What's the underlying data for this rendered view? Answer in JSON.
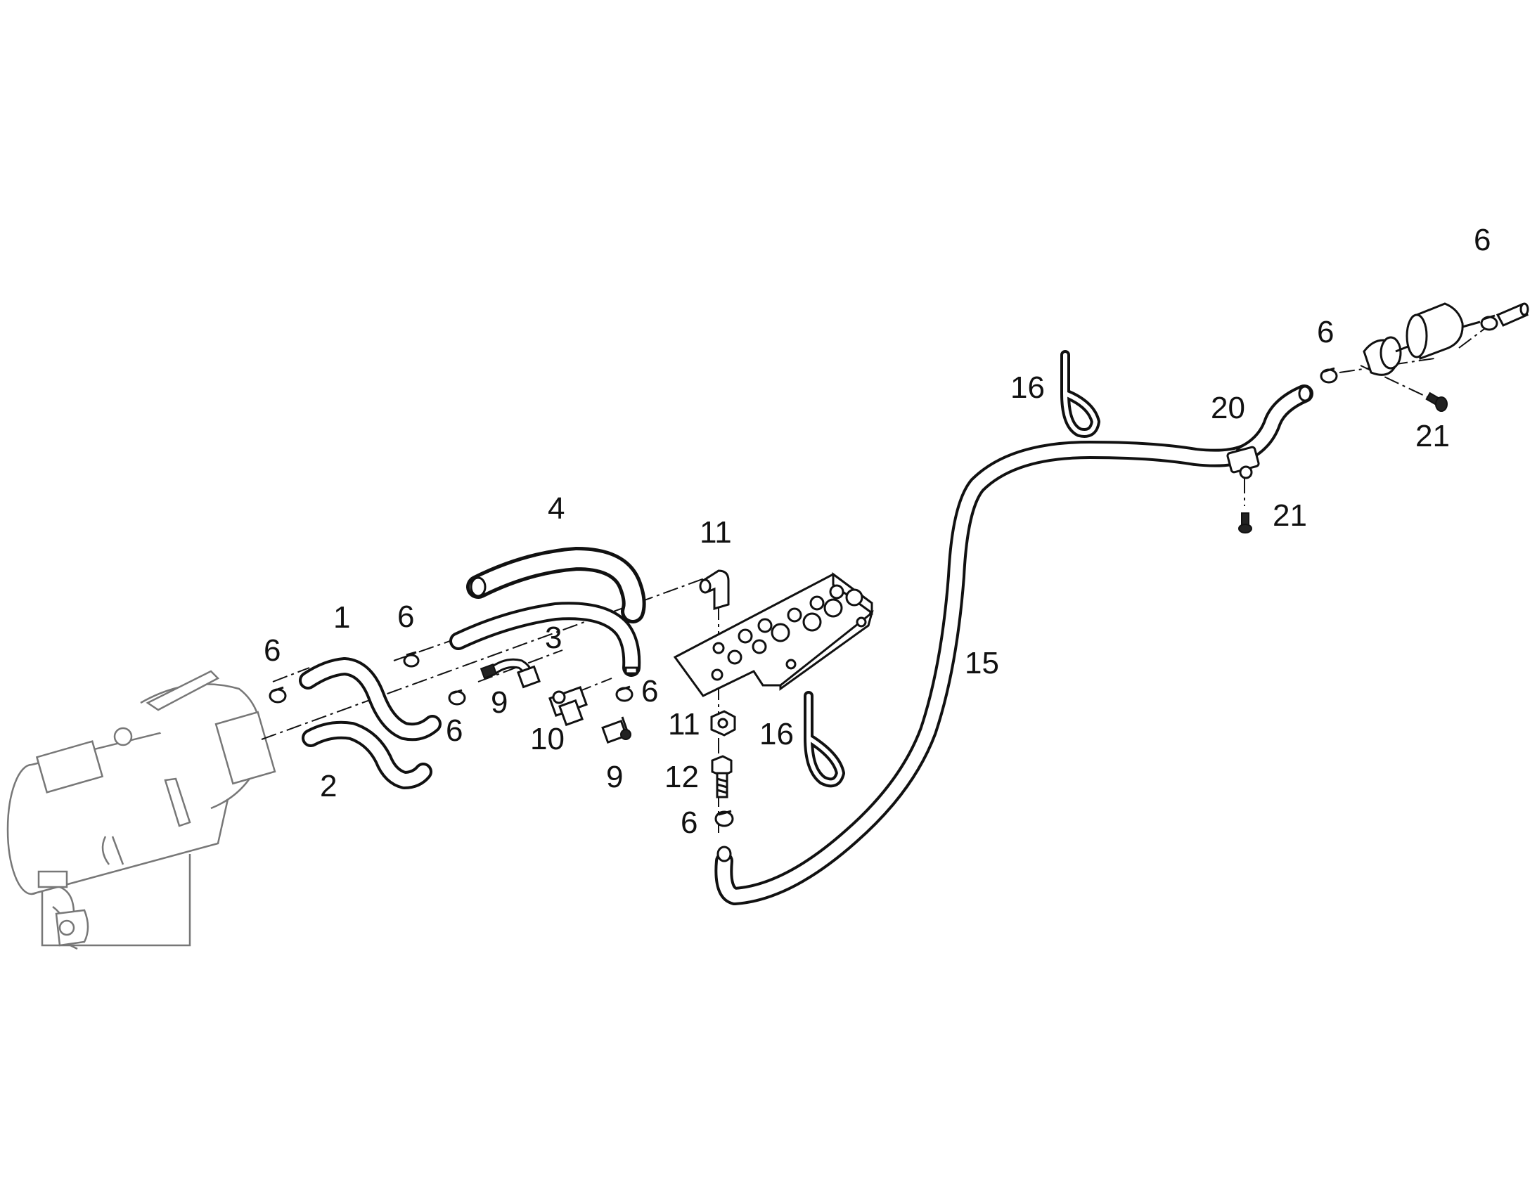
{
  "callouts": {
    "c1": "1",
    "c2": "2",
    "c3": "3",
    "c4": "4",
    "c6": "6",
    "c9": "9",
    "c10": "10",
    "c11": "11",
    "c12": "12",
    "c15": "15",
    "c16": "16",
    "c20": "20",
    "c21": "21"
  },
  "colors": {
    "line": "#111111",
    "ghost": "#777777",
    "background": "#ffffff"
  }
}
